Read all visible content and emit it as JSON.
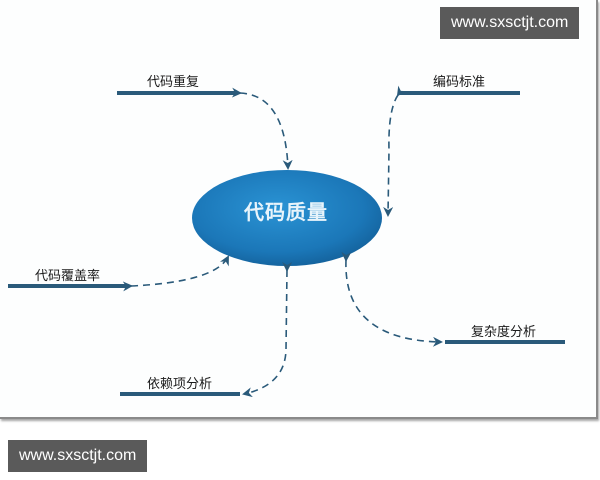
{
  "watermarks": {
    "top": "www.sxsctjt.com",
    "bottom": "www.sxsctjt.com"
  },
  "diagram": {
    "center": {
      "label": "代码质量",
      "color": "#1f7fc0"
    },
    "line_color": "#2a5a7a",
    "nodes": [
      {
        "id": "code-duplication",
        "label": "代码重复"
      },
      {
        "id": "coding-standards",
        "label": "编码标准"
      },
      {
        "id": "code-coverage",
        "label": "代码覆盖率"
      },
      {
        "id": "complexity-analysis",
        "label": "复杂度分析"
      },
      {
        "id": "dependency-analysis",
        "label": "依赖项分析"
      }
    ]
  }
}
